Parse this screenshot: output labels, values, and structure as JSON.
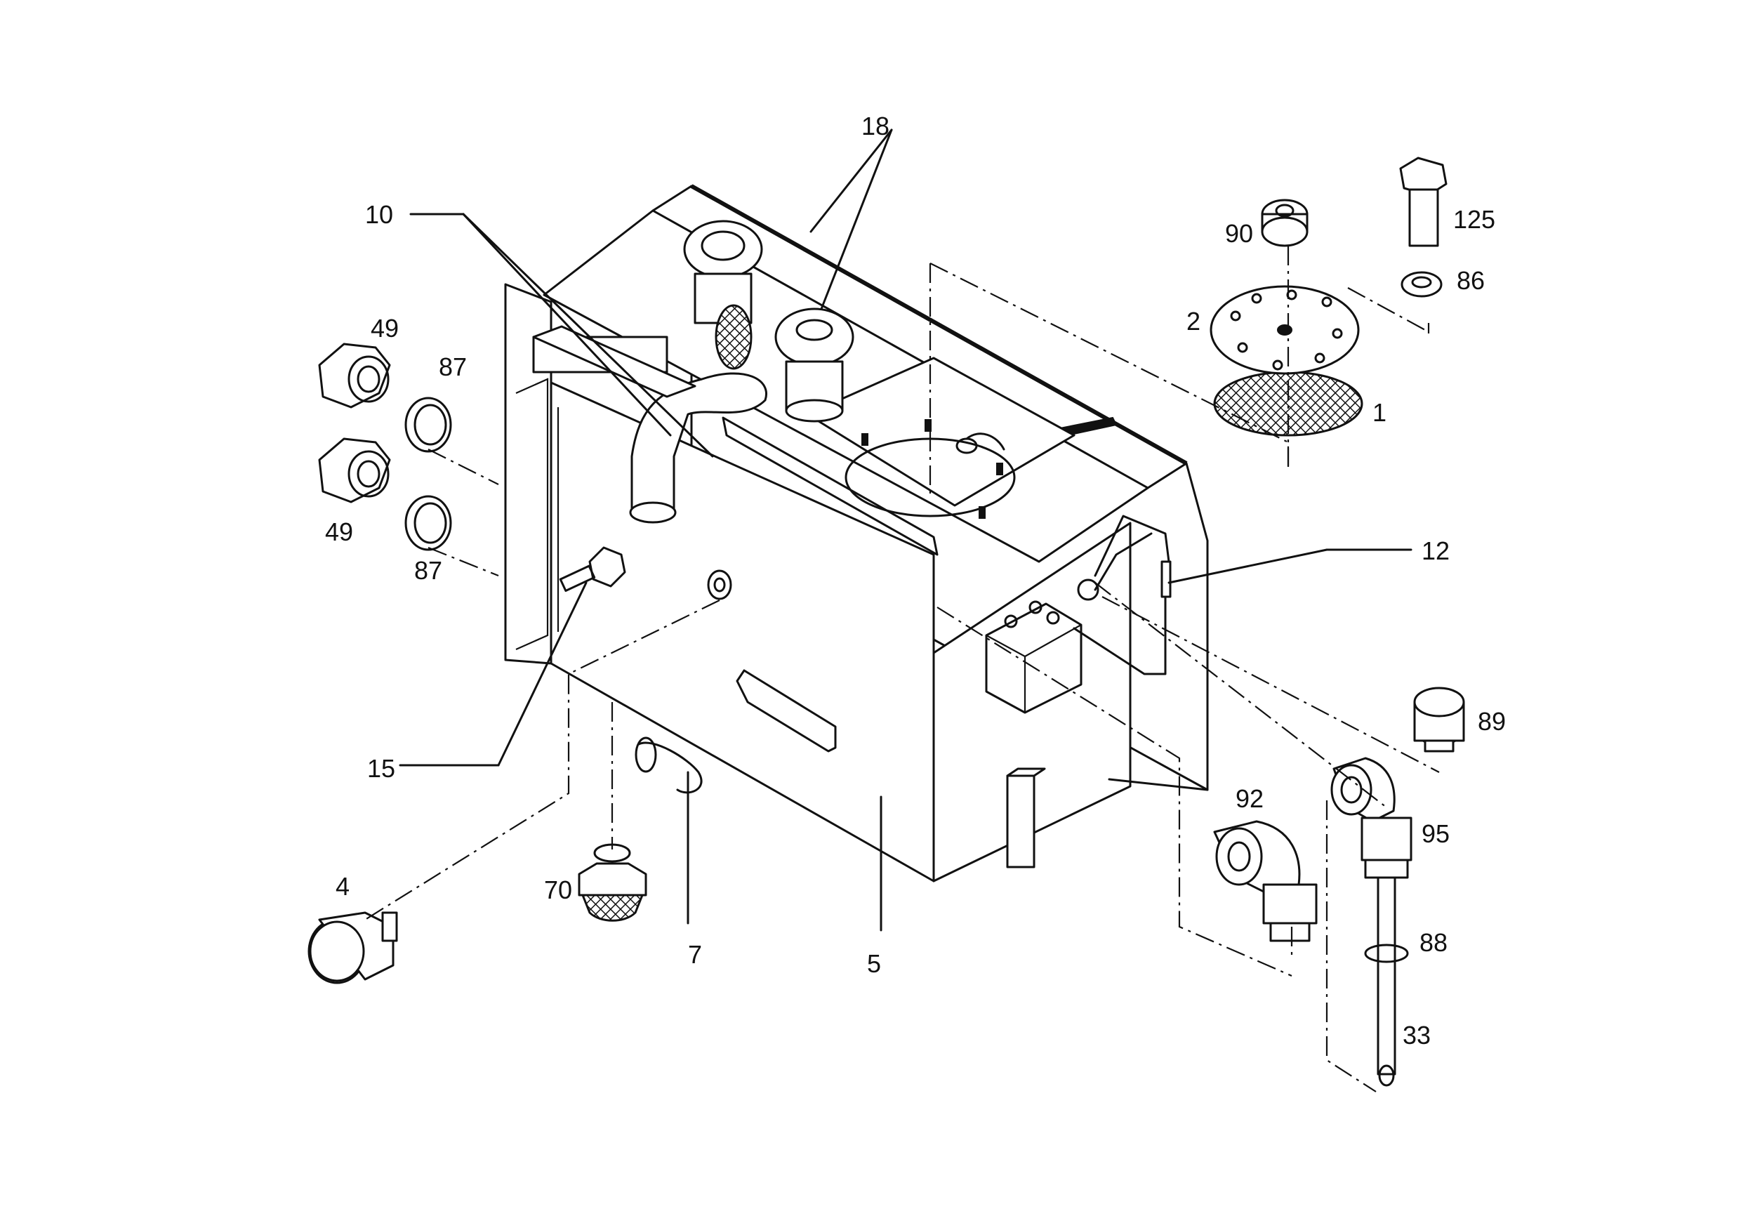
{
  "callouts": {
    "p18": "18",
    "p10": "10",
    "p125": "125",
    "p90": "90",
    "p86": "86",
    "p2": "2",
    "p1": "1",
    "p49a": "49",
    "p87a": "87",
    "p49b": "49",
    "p87b": "87",
    "p12": "12",
    "p15": "15",
    "p89": "89",
    "p92": "92",
    "p95": "95",
    "p4": "4",
    "p70": "70",
    "p7": "7",
    "p5": "5",
    "p88": "88",
    "p33": "33"
  }
}
